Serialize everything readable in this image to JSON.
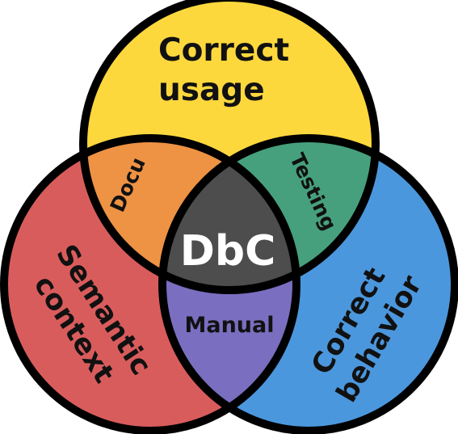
{
  "diagram": {
    "type": "venn",
    "center_label": "DbC",
    "sets": {
      "top": {
        "line1": "Correct",
        "line2": "usage",
        "color": "#FDD83D"
      },
      "left": {
        "line1": "Semantic",
        "line2": "context",
        "color": "#D95C5C"
      },
      "right": {
        "line1": "Correct",
        "line2": "behavior",
        "color": "#4B97DD"
      }
    },
    "overlaps": {
      "top_left": {
        "label": "Docu",
        "color": "#EE9244"
      },
      "top_right": {
        "label": "Testing",
        "color": "#46A07E"
      },
      "left_right": {
        "label": "Manual",
        "color": "#7A6EC0"
      },
      "all": {
        "color": "#4D4D4D"
      }
    },
    "outline_color": "#000000"
  }
}
